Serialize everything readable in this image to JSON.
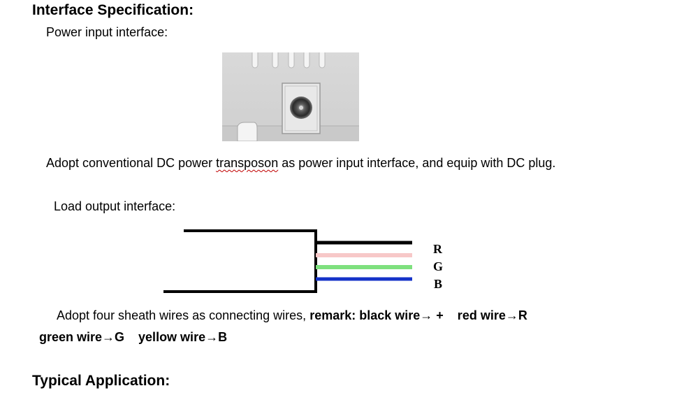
{
  "section_interface": {
    "title": "Interface Specification:",
    "power_input_label": "Power input interface:",
    "power_desc_pre": "Adopt conventional DC power ",
    "power_desc_flagged": "transposon",
    "power_desc_post": " as power input interface, and equip with DC plug.",
    "load_output_label": "Load output interface:",
    "wire_labels": [
      "R",
      "G",
      "B"
    ],
    "wire_colors": {
      "black": "#000000",
      "pink": "#f7c8c8",
      "green": "#7ee07e",
      "blue": "#1432c8"
    },
    "wires_desc_pre": "Adopt four sheath wires as connecting wires, ",
    "remark_line1": "remark: black wire→ +    red wire→R",
    "remark_line2": "green wire→G    yellow wire→B"
  },
  "section_typical": {
    "title": "Typical Application:"
  }
}
